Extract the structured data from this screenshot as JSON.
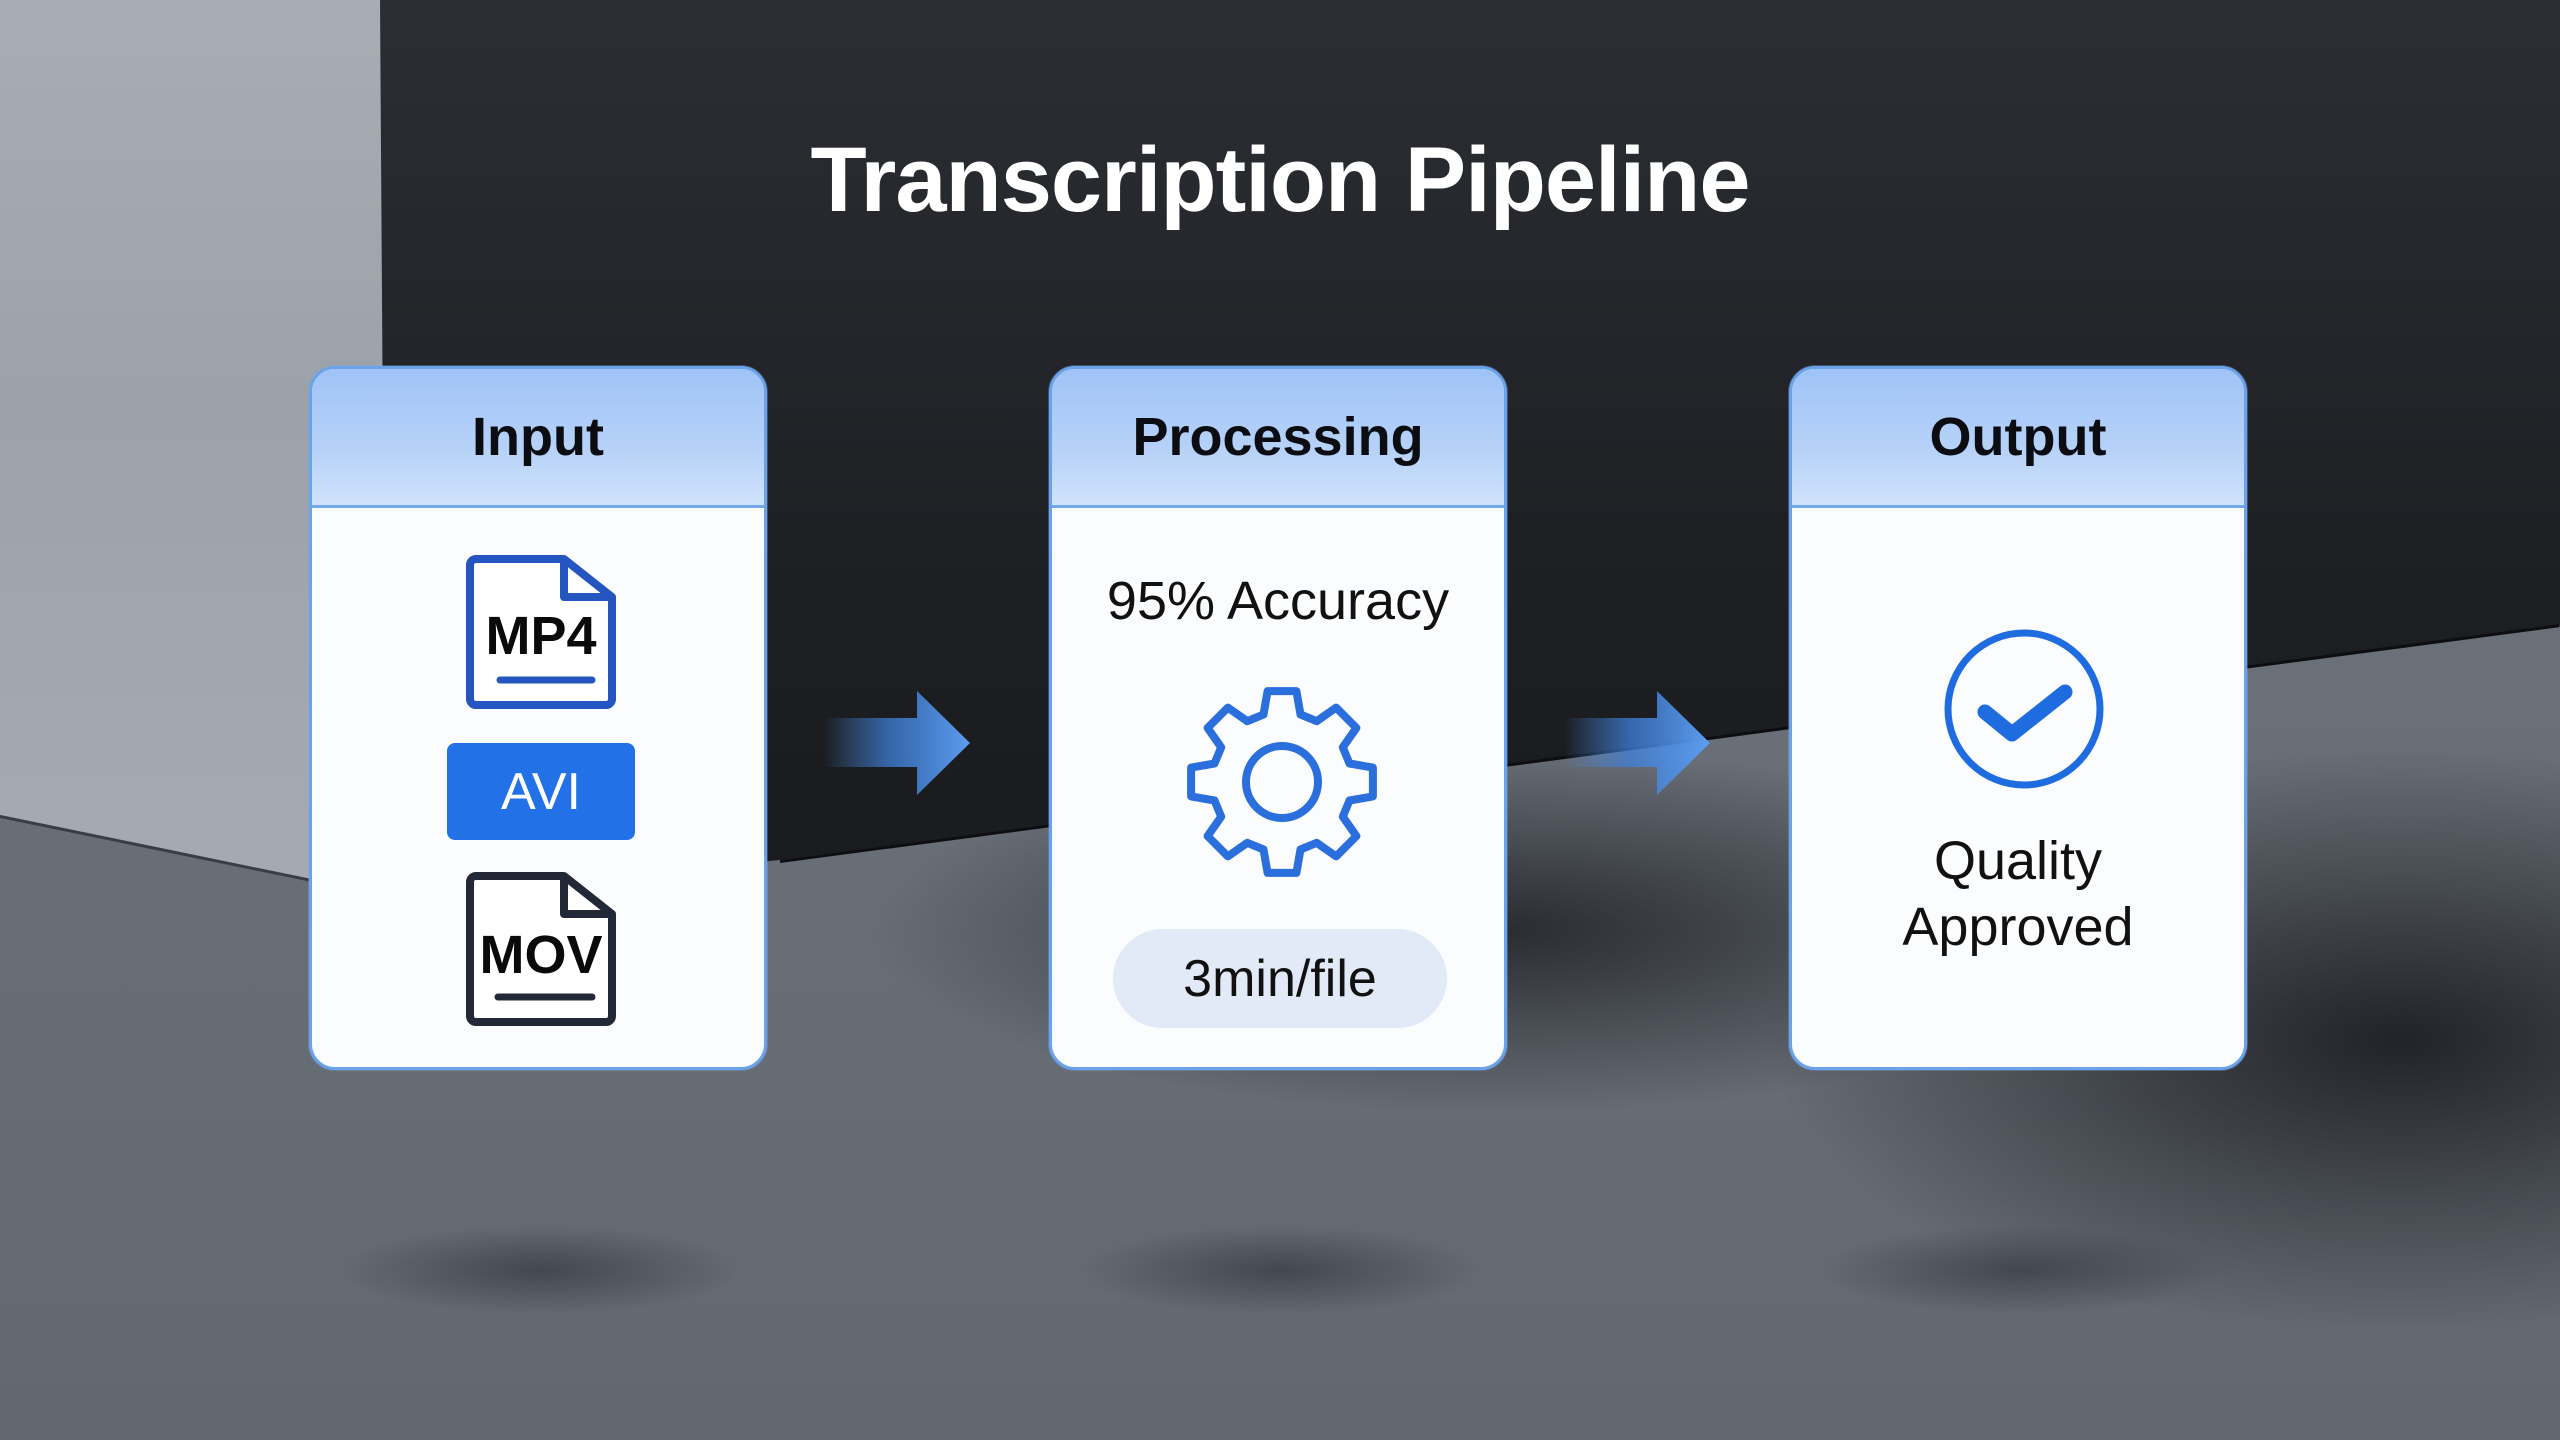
{
  "title": "Transcription Pipeline",
  "colors": {
    "accent": "#2371e6",
    "card_border": "#6aa3ea",
    "header_top": "#9fc3f7",
    "header_bottom": "#d0e2fb",
    "pill_bg": "#e2eaf8",
    "mp4_icon": "#2555c0",
    "mov_icon": "#232836"
  },
  "stages": [
    {
      "id": "input",
      "label": "Input",
      "formats": [
        {
          "label": "MP4",
          "icon": "file-icon"
        },
        {
          "label": "AVI",
          "icon": "badge"
        },
        {
          "label": "MOV",
          "icon": "file-icon"
        }
      ]
    },
    {
      "id": "processing",
      "label": "Processing",
      "metric": "95% Accuracy",
      "icon": "gear-icon",
      "rate": "3min/file"
    },
    {
      "id": "output",
      "label": "Output",
      "icon": "check-circle-icon",
      "status_line1": "Quality",
      "status_line2": "Approved"
    }
  ],
  "connectors": [
    {
      "from": "Input",
      "to": "Processing",
      "icon": "arrow-right-icon"
    },
    {
      "from": "Processing",
      "to": "Output",
      "icon": "arrow-right-icon"
    }
  ]
}
